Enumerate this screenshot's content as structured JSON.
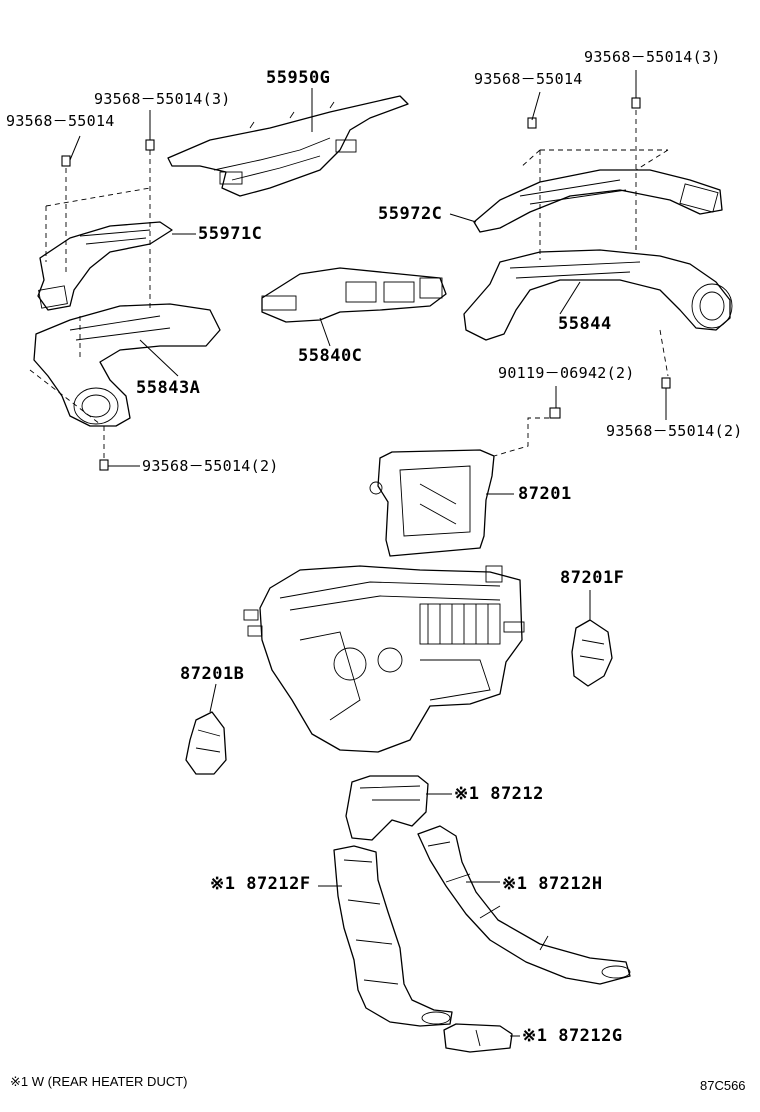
{
  "labels": {
    "p55950G": "55950G",
    "p93568_55014_3_left": "93568－55014(3)",
    "p93568_55014_left": "93568－55014",
    "p55971C": "55971C",
    "p55843A": "55843A",
    "p93568_55014_2_left": "93568－55014(2)",
    "p55840C": "55840C",
    "p93568_55014_3_right": "93568－55014(3)",
    "p93568_55014_right": "93568－55014",
    "p55972C": "55972C",
    "p55844": "55844",
    "p90119_06942_2": "90119－06942(2)",
    "p93568_55014_2_right": "93568－55014(2)",
    "p87201": "87201",
    "p87201F": "87201F",
    "p87201B": "87201B",
    "p87212": "※1 87212",
    "p87212F": "※1 87212F",
    "p87212H": "※1 87212H",
    "p87212G": "※1 87212G"
  },
  "footnote": "※1 W (REAR HEATER DUCT)",
  "diagram_code": "87C566"
}
